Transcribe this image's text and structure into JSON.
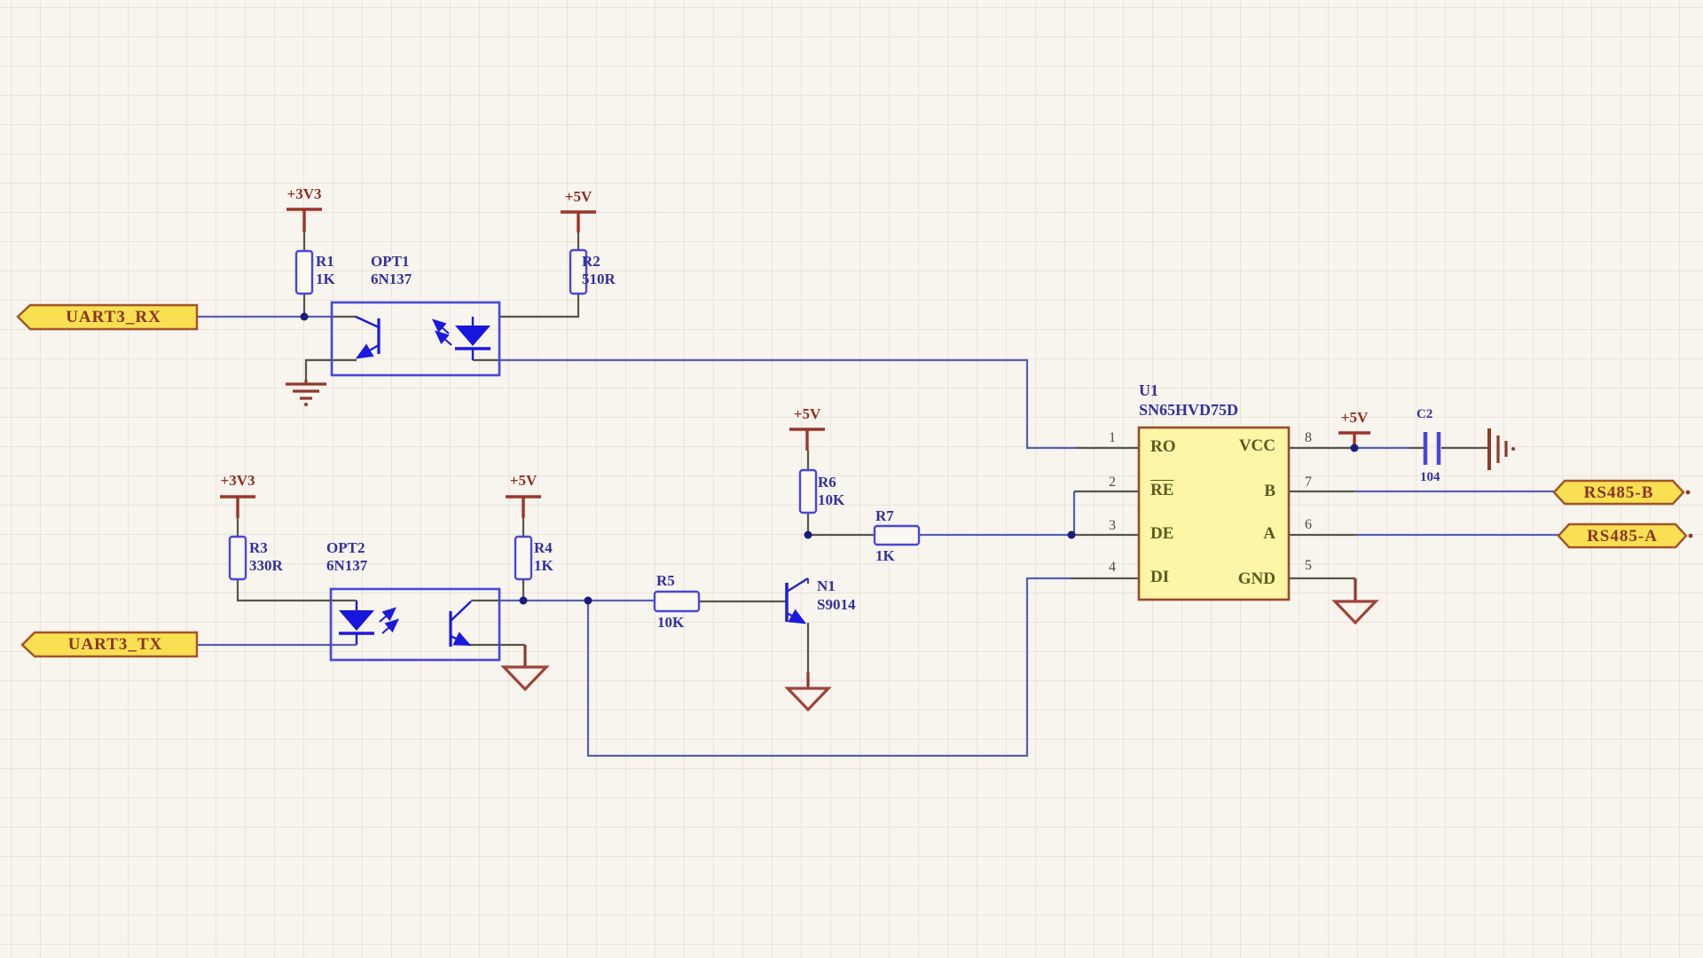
{
  "power": {
    "v33": "+3V3",
    "v5": "+5V"
  },
  "ports": {
    "rx": "UART3_RX",
    "tx": "UART3_TX",
    "rs485_b": "RS485-B",
    "rs485_a": "RS485-A"
  },
  "parts": {
    "r1": {
      "ref": "R1",
      "val": "1K"
    },
    "r2": {
      "ref": "R2",
      "val": "510R"
    },
    "r3": {
      "ref": "R3",
      "val": "330R"
    },
    "r4": {
      "ref": "R4",
      "val": "1K"
    },
    "r5": {
      "ref": "R5",
      "val": "10K"
    },
    "r6": {
      "ref": "R6",
      "val": "10K"
    },
    "r7": {
      "ref": "R7",
      "val": "1K"
    },
    "c2": {
      "ref": "C2",
      "val": "104"
    },
    "n1": {
      "ref": "N1",
      "val": "S9014"
    },
    "opt1": {
      "ref": "OPT1",
      "val": "6N137"
    },
    "opt2": {
      "ref": "OPT2",
      "val": "6N137"
    },
    "u1": {
      "ref": "U1",
      "val": "SN65HVD75D"
    }
  },
  "u1_pins": {
    "left": [
      {
        "num": "1",
        "name": "RO"
      },
      {
        "num": "2",
        "name": "RE"
      },
      {
        "num": "3",
        "name": "DE"
      },
      {
        "num": "4",
        "name": "DI"
      }
    ],
    "right": [
      {
        "num": "8",
        "name": "VCC"
      },
      {
        "num": "7",
        "name": "B"
      },
      {
        "num": "6",
        "name": "A"
      },
      {
        "num": "5",
        "name": "GND"
      }
    ]
  },
  "colors": {
    "background": "#f8f4ee",
    "grid": "#ebe3da",
    "wire_blue": "#5560b2",
    "wire_gray": "#55564a",
    "power_red": "#9a352a",
    "symbol_blue": "#1a1ade",
    "outline_blue": "#4848d8",
    "chip_fill": "#fcf6a6",
    "chip_border": "#9a4a28",
    "tag_fill": "#f8e052",
    "tag_border": "#a2542a",
    "label_navy": "#31319c",
    "pin_name_olive": "#5c5920",
    "junction_navy": "#1c1c7a"
  }
}
